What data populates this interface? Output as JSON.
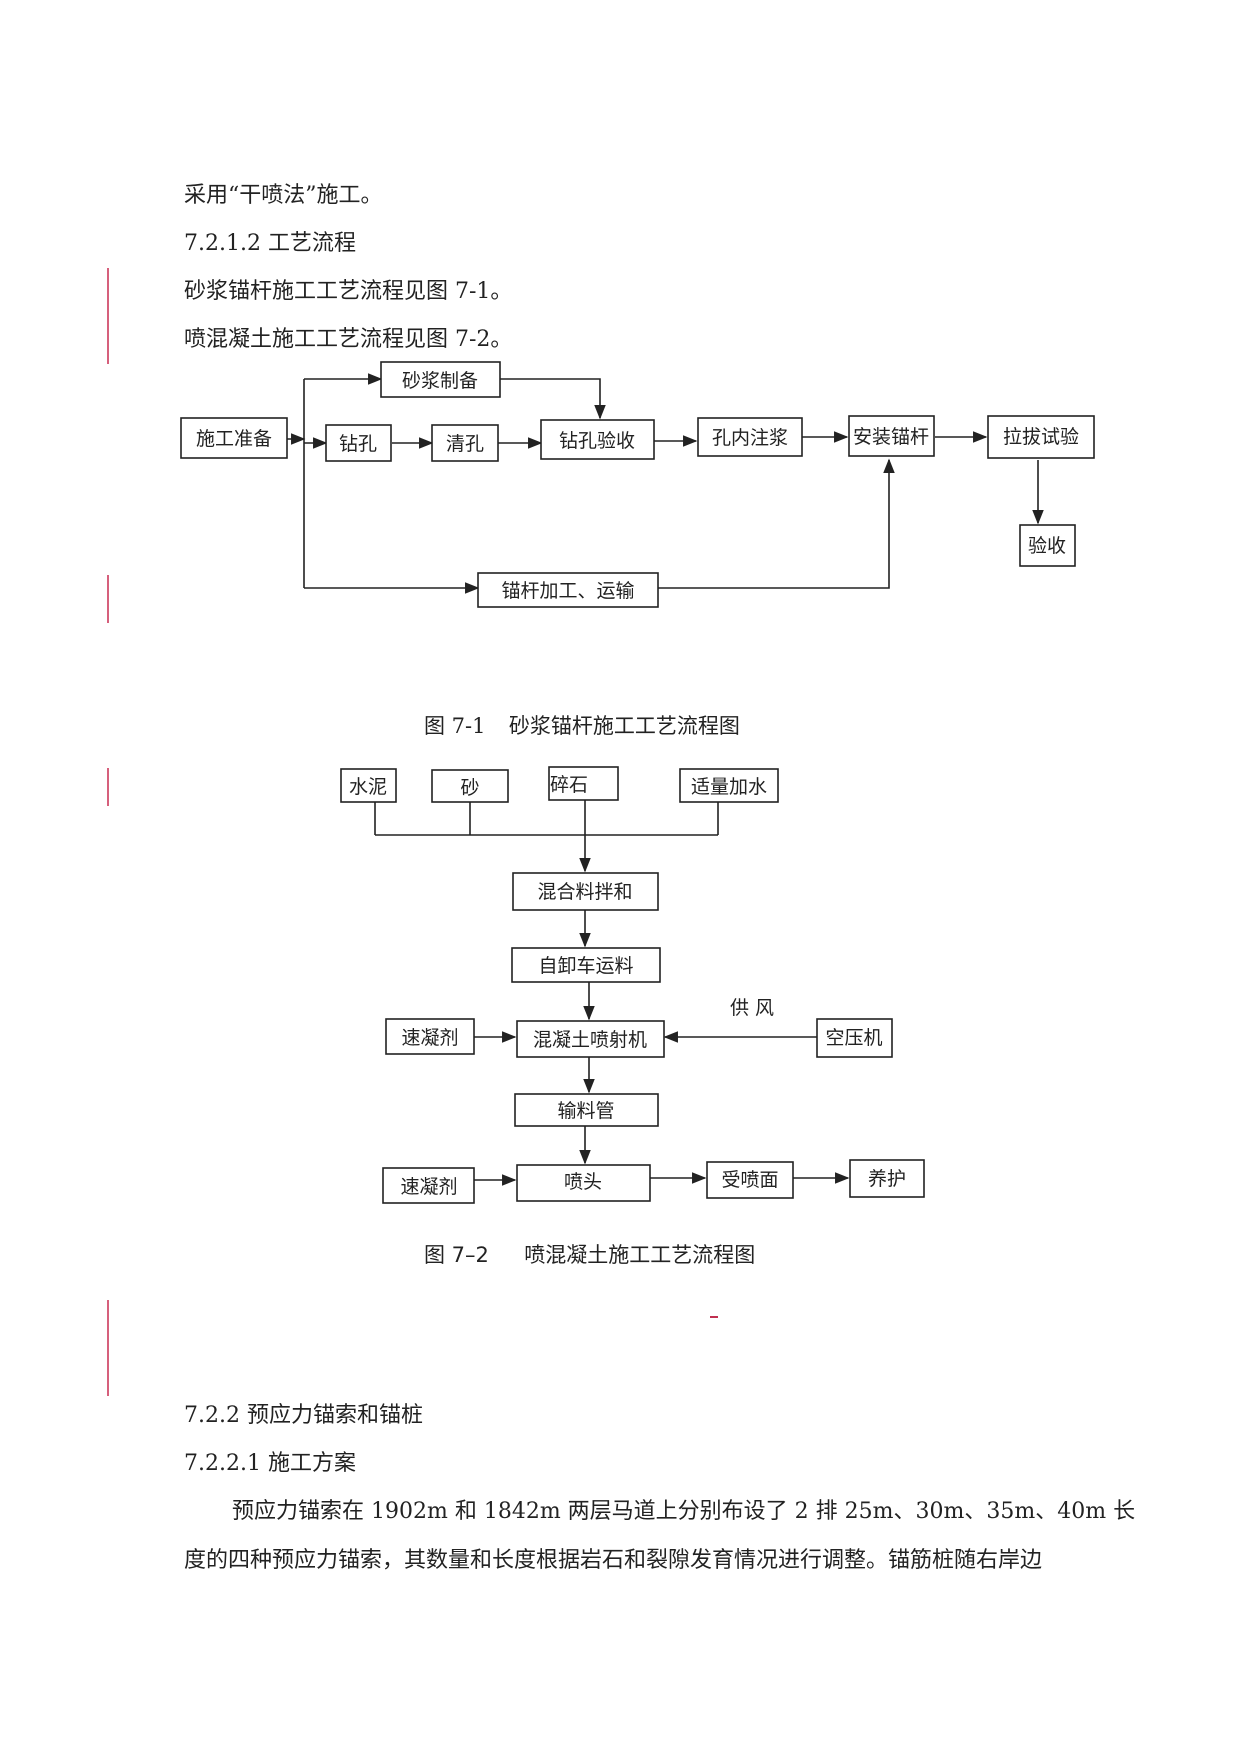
{
  "text": {
    "line1": "采用“干喷法”施工。",
    "h_7_2_1_2": "7.2.1.2 工艺流程",
    "ref_fig1": "砂浆锚杆施工工艺流程见图 7-1。",
    "ref_fig2": "喷混凝土施工工艺流程见图 7-2。",
    "h_7_2_2": "7.2.2  预应力锚索和锚桩",
    "h_7_2_2_1": "7.2.2.1 施工方案",
    "para1": "预应力锚索在 1902m 和 1842m 两层马道上分别布设了 2 排 25m、30m、35m、40m 长",
    "para2": "度的四种预应力锚索，其数量和长度根据岩石和裂隙发育情况进行调整。锚筋桩随右岸边"
  },
  "fig1": {
    "caption_num": "图 7-1",
    "caption_text": "砂浆锚杆施工工艺流程图",
    "nodes": {
      "prep": "施工准备",
      "mortar": "砂浆制备",
      "drill": "钻孔",
      "clean": "清孔",
      "accept": "钻孔验收",
      "grout": "孔内注浆",
      "install": "安装锚杆",
      "pull": "拉拔试验",
      "final": "验收",
      "fabricate": "锚杆加工、运输"
    }
  },
  "fig2": {
    "caption_num": "图 7–2",
    "caption_text": "喷混凝土施工工艺流程图",
    "nodes": {
      "cement": "水泥",
      "sand": "砂",
      "gravel": "碎石",
      "water": "适量加水",
      "mix": "混合料拌和",
      "truck": "自卸车运料",
      "acc1": "速凝剂",
      "sprayer": "混凝土喷射机",
      "compressor": "空压机",
      "air_label": "供  风",
      "hose": "输料管",
      "acc2": "速凝剂",
      "nozzle": "喷头",
      "surface": "受喷面",
      "cure": "养护"
    }
  }
}
